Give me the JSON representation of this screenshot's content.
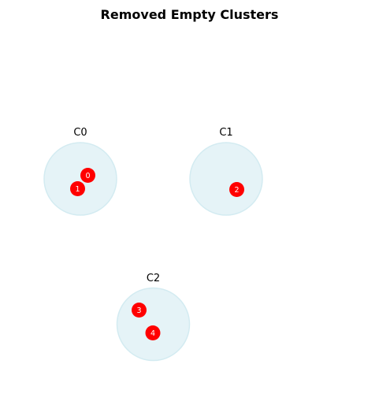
{
  "title": "Removed Empty Clusters",
  "colors": {
    "cluster_fill": "#e5f3f7",
    "cluster_stroke": "#d3ebf1",
    "point_fill": "#ff0000",
    "point_text": "#ffffff"
  },
  "clusters": [
    {
      "label": "C0"
    },
    {
      "label": "C1"
    },
    {
      "label": "C2"
    }
  ],
  "points": [
    {
      "label": "0",
      "cluster": "C0"
    },
    {
      "label": "1",
      "cluster": "C0"
    },
    {
      "label": "2",
      "cluster": "C1"
    },
    {
      "label": "3",
      "cluster": "C2"
    },
    {
      "label": "4",
      "cluster": "C2"
    }
  ]
}
